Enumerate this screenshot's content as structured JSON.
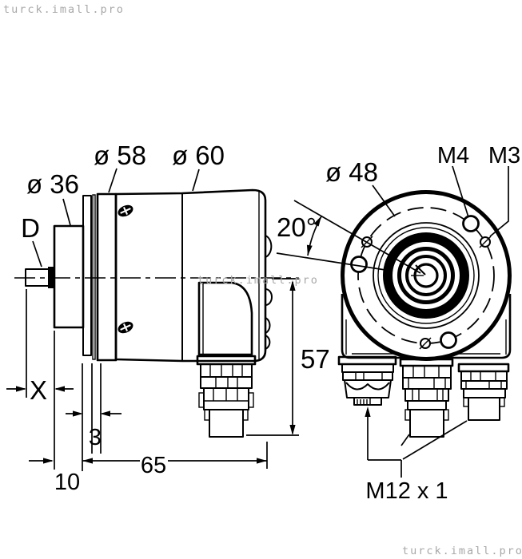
{
  "watermarks": {
    "top_left": "turck.imall.pro",
    "center": "turck.imall.pro",
    "bottom_right": "turck.imall.pro"
  },
  "side_view": {
    "labels": {
      "shaft_diameter": "D",
      "flange_diameter": "ø 36",
      "collar_diameter": "ø 58",
      "body_diameter": "ø 60",
      "shaft_length": "X",
      "clamp_ring_width": "3",
      "flange_depth": "10",
      "total_depth": "65",
      "connector_drop": "57"
    }
  },
  "front_view": {
    "labels": {
      "bolt_circle_diameter": "ø 48",
      "screw_hole_m4": "M4",
      "screw_hole_m3": "M3",
      "hole_offset_angle": "20°",
      "connector_thread": "M12 x 1"
    }
  },
  "colors": {
    "line": "#000000",
    "watermark": "#a8a8a8",
    "background": "#ffffff"
  }
}
